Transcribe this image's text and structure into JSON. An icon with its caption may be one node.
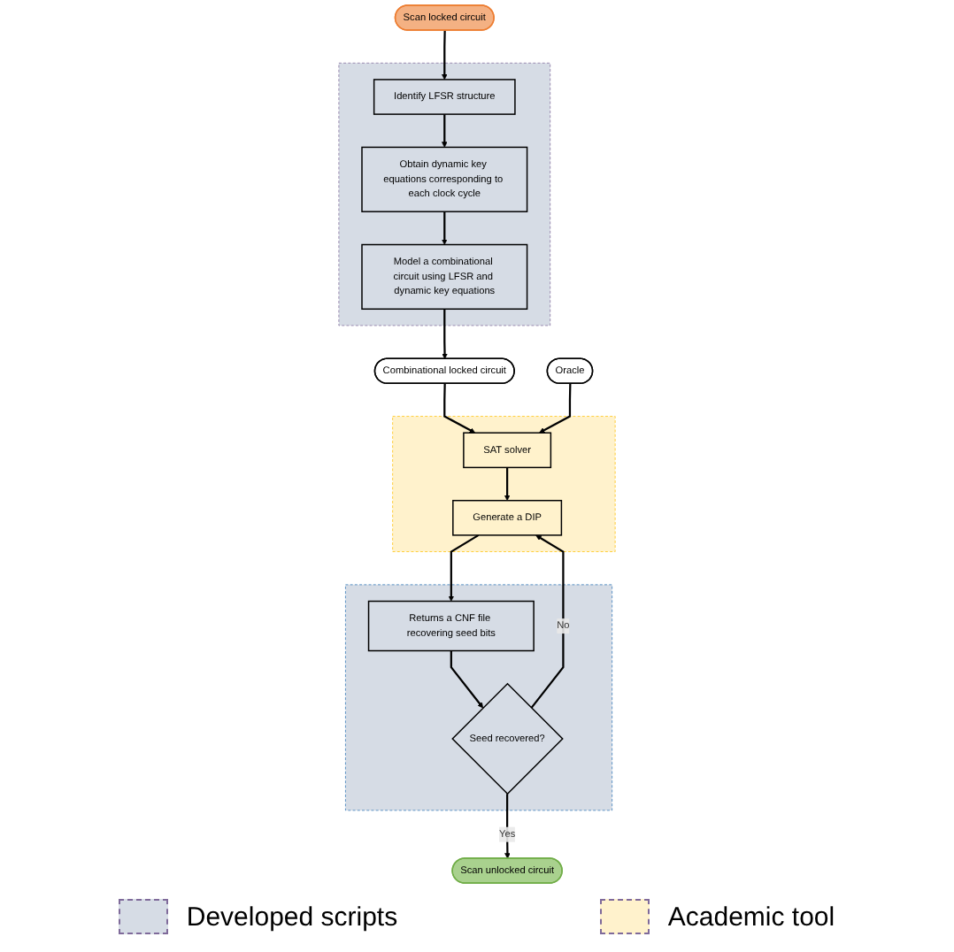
{
  "diagram": {
    "nodes": [
      {
        "text": [
          "Scan locked circuit"
        ]
      },
      {
        "text": [],
        "shape": "box"
      },
      {
        "text": [
          "Identify LFSR structure"
        ],
        "in": 1
      },
      {
        "text": [
          "Obtain dynamic key equations corresponding to each clock cycle"
        ],
        "in": 1
      },
      {
        "text": [
          "Model a combinational circuit using LFSR and dynamic key equations"
        ],
        "in": 1
      },
      {
        "text": [
          "Combinational locked circuit"
        ]
      },
      {
        "text": [
          "Oracle"
        ]
      },
      {
        "text": [],
        "shape": "box"
      },
      {
        "text": [
          "SAT solver"
        ],
        "in": 7
      },
      {
        "text": [
          "Generate a DIP"
        ],
        "in": 7
      },
      {
        "text": [],
        "shape": "box"
      },
      {
        "text": [
          "Returns a CNF file recovering seed bits"
        ],
        "in": 10
      },
      {
        "text": [
          "Seed recovered?"
        ],
        "in": 10
      },
      {
        "text": [
          "Scan unlocked circuit"
        ]
      }
    ],
    "edges": [
      {
        "from": 0,
        "to": 2,
        "arrow": "to"
      },
      {
        "from": 2,
        "to": 3,
        "arrow": "to"
      },
      {
        "from": 3,
        "to": 4,
        "arrow": "to"
      },
      {
        "from": 4,
        "to": 5,
        "arrow": "to"
      },
      {
        "from": 5,
        "to": 8,
        "arrow": "to"
      },
      {
        "from": 6,
        "to": 8,
        "arrow": "to"
      },
      {
        "from": 8,
        "to": 9,
        "arrow": "to"
      },
      {
        "from": 9,
        "to": 11,
        "arrow": "to"
      },
      {
        "from": 11,
        "to": 12,
        "arrow": "to"
      },
      {
        "from": 12,
        "to": 9,
        "arrow": "to",
        "label": "No"
      },
      {
        "from": 12,
        "to": 13,
        "arrow": "to",
        "label": "Yes"
      }
    ],
    "legend": [
      {
        "text": "Developed scripts",
        "color": "#d6dce5"
      },
      {
        "text": "Academic tool",
        "color": "#fff2cc"
      }
    ]
  }
}
